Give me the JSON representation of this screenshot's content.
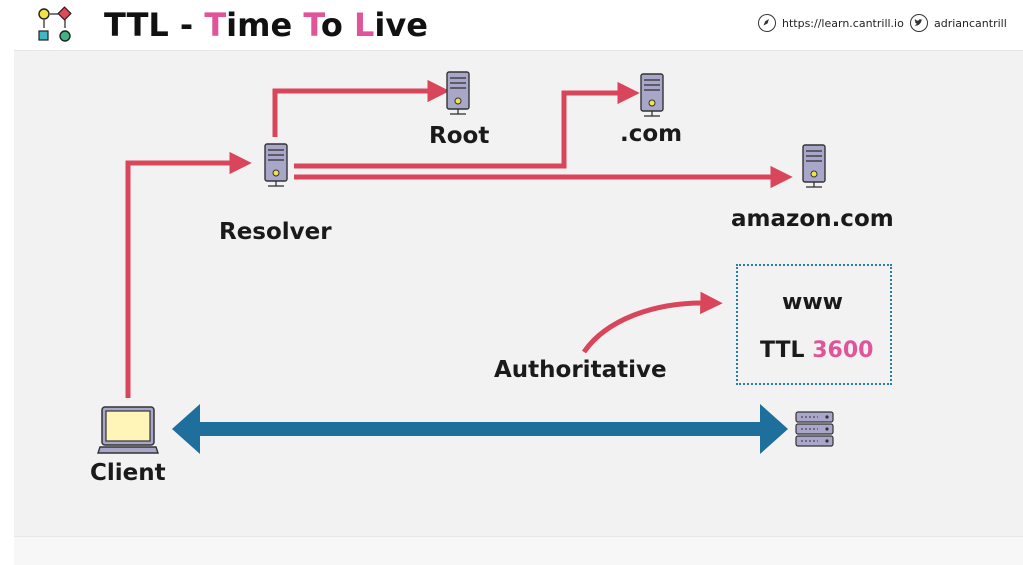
{
  "header": {
    "title_part1": "TTL - ",
    "title_T": "T",
    "title_ime": "ime ",
    "title_T2": "T",
    "title_o": "o ",
    "title_L": "L",
    "title_ive": "ive",
    "link_url": "https://learn.cantrill.io",
    "link_handle": "adriancantrill",
    "compass_icon": "compass-icon",
    "twitter_icon": "twitter-icon",
    "logo_icon": "flowchart-logo-icon"
  },
  "diagram": {
    "nodes": {
      "root": "Root",
      "com": ".com",
      "amazon": "amazon.com",
      "resolver": "Resolver",
      "client": "Client",
      "authoritative": "Authoritative"
    },
    "record": {
      "name": "www",
      "ttl_label": "TTL ",
      "ttl_value": "3600"
    },
    "colors": {
      "arrow_red": "#d9465b",
      "arrow_blue": "#1e6f9c",
      "accent_pink": "#e0559a",
      "box_border": "#2a7eab"
    },
    "icons": {
      "server": "server-icon",
      "laptop": "laptop-icon",
      "rack": "server-rack-icon"
    }
  }
}
